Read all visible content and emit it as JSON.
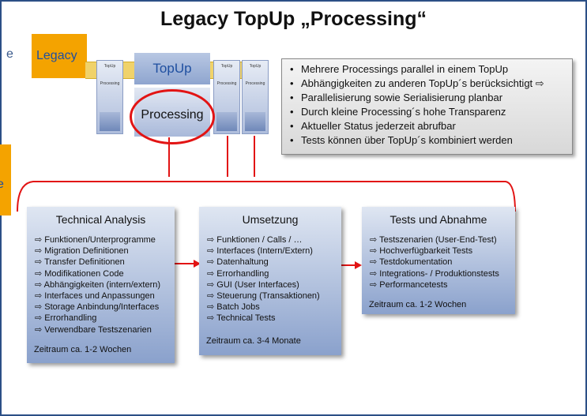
{
  "title": "Legacy TopUp „Processing“",
  "left_fragments": {
    "top_letter": "e",
    "mid_letter": "e"
  },
  "legacy_label": "Legacy",
  "topup_label": "TopUp",
  "processing_label": "Processing",
  "small_columns": [
    {
      "top": "TopUp",
      "bottom": "Processing"
    },
    {
      "top": "TopUp",
      "bottom": "Processing"
    },
    {
      "top": "TopUp",
      "bottom": "Processing"
    }
  ],
  "bullet_symbol": "•",
  "info_points": [
    "Mehrere Processings parallel in einem TopUp",
    "Abhängigkeiten zu anderen TopUp´s berücksichtigt ⇨",
    "Parallelisierung sowie Serialisierung planbar",
    "Durch kleine Processing´s hohe Transparenz",
    "Aktueller Status jederzeit abrufbar",
    "Tests können über TopUp´s kombiniert werden"
  ],
  "phases": [
    {
      "title": "Technical Analysis",
      "items": [
        "⇨ Funktionen/Unterprogramme",
        "⇨ Migration Definitionen",
        "⇨ Transfer Definitionen",
        "⇨ Modifikationen Code",
        "⇨ Abhängigkeiten (intern/extern)",
        "⇨ Interfaces und Anpassungen",
        "⇨ Storage Anbindung/Interfaces",
        "⇨ Errorhandling",
        "⇨ Verwendbare Testszenarien"
      ],
      "duration": "Zeitraum ca. 1-2 Wochen"
    },
    {
      "title": "Umsetzung",
      "items": [
        "⇨ Funktionen / Calls / …",
        "⇨ Interfaces (Intern/Extern)",
        "⇨ Datenhaltung",
        "⇨ Errorhandling",
        "⇨ GUI (User Interfaces)",
        "⇨ Steuerung (Transaktionen)",
        "⇨ Batch Jobs",
        "⇨ Technical Tests"
      ],
      "duration": "Zeitraum ca. 3-4 Monate"
    },
    {
      "title": "Tests und Abnahme",
      "items": [
        "⇨ Testszenarien (User-End-Test)",
        "⇨ Hochverfügbarkeit Tests",
        "⇨ Testdokumentation",
        "⇨ Integrations- / Produktionstests",
        "⇨ Performancetests"
      ],
      "duration": "Zeitraum ca. 1-2 Wochen"
    }
  ],
  "colors": {
    "accent_red": "#e21414",
    "orange": "#f4a300",
    "frame_blue": "#2b4f86"
  }
}
